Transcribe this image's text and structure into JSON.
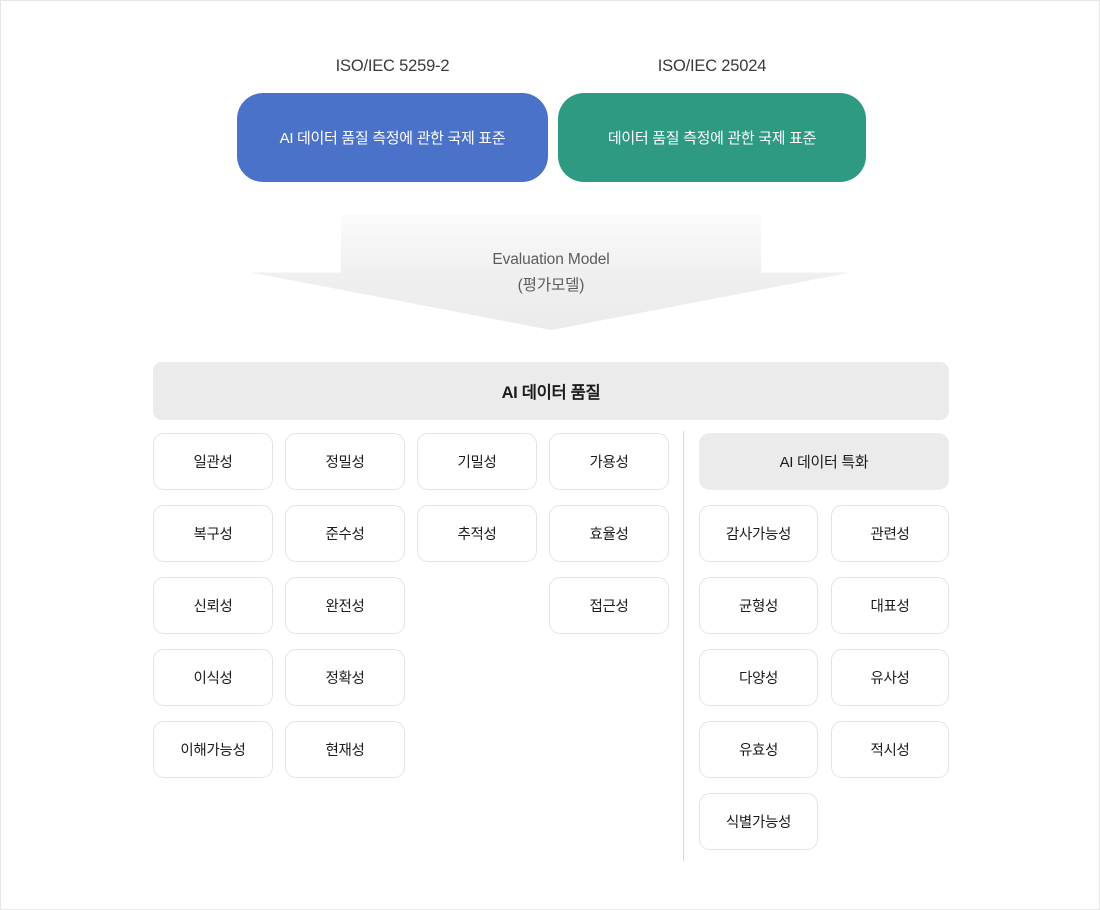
{
  "diagram": {
    "title_blocks": [
      {
        "standard_label": "ISO/IEC 5259-2",
        "description": "AI 데이터 품질 측정에 관한 국제 표준",
        "color": "#4a72c8"
      },
      {
        "standard_label": "ISO/IEC 25024",
        "description": "데이터 품질 측정에 관한 국제 표준",
        "color": "#2e9a82"
      }
    ],
    "arrow": {
      "line1": "Evaluation Model",
      "line2": "(평가모델)",
      "color": "#ebebeb"
    },
    "quality_header": "AI 데이터 품질",
    "left_section": {
      "columns": [
        [
          "일관성",
          "복구성",
          "신뢰성",
          "이식성",
          "이해가능성"
        ],
        [
          "정밀성",
          "준수성",
          "완전성",
          "정확성",
          "현재성"
        ],
        [
          "기밀성",
          "추적성"
        ],
        [
          "가용성",
          "효율성",
          "접근성"
        ]
      ]
    },
    "right_section": {
      "header": "AI 데이터 특화",
      "columns": [
        [
          "감사가능성",
          "균형성",
          "다양성",
          "유효성",
          "식별가능성"
        ],
        [
          "관련성",
          "대표성",
          "유사성",
          "적시성"
        ]
      ]
    }
  }
}
